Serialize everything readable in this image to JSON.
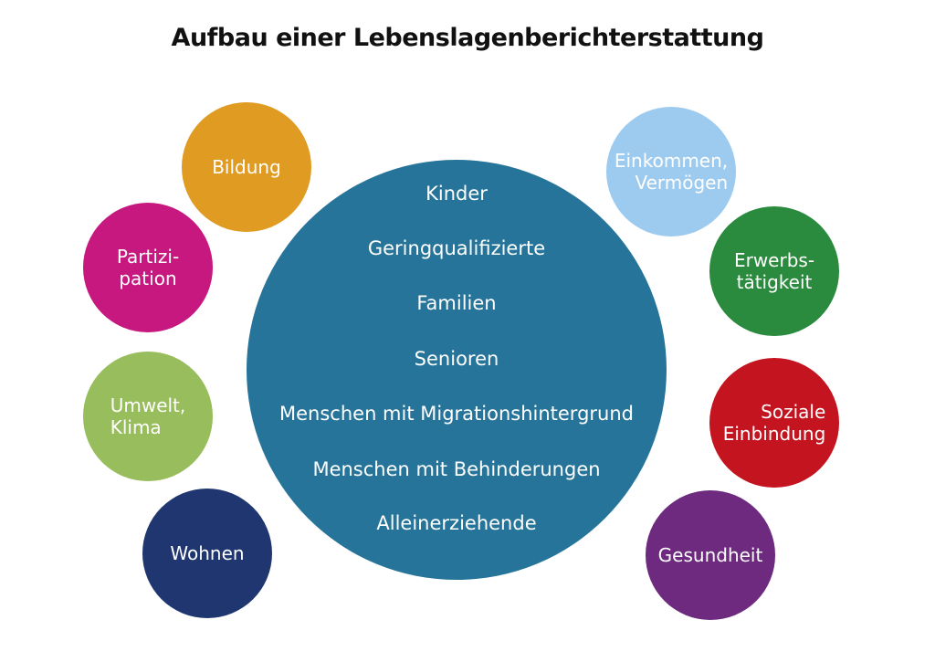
{
  "title": "Aufbau einer Lebenslagenberichterstattung",
  "center": {
    "color": "#26749a",
    "groups": [
      "Kinder",
      "Geringqualifizierte",
      "Familien",
      "Senioren",
      "Menschen mit Migrationshintergrund",
      "Menschen mit Behinderungen",
      "Alleinerziehende"
    ]
  },
  "domains": [
    {
      "label": "Bildung",
      "color": "#e09b22"
    },
    {
      "label": "Partizi-\npation",
      "color": "#c6187f"
    },
    {
      "label": "Umwelt,\nKlima",
      "color": "#98bd5c"
    },
    {
      "label": "Wohnen",
      "color": "#1f3670"
    },
    {
      "label": "Einkommen,\nVermögen",
      "color": "#9dcbef"
    },
    {
      "label": "Erwerbs-\ntätigkeit",
      "color": "#2a8a3e"
    },
    {
      "label": "Soziale\nEinbindung",
      "color": "#c3141f"
    },
    {
      "label": "Gesundheit",
      "color": "#6d2a7f"
    }
  ]
}
